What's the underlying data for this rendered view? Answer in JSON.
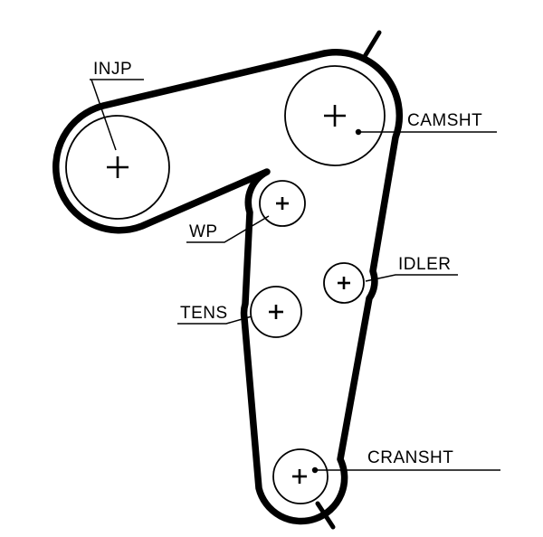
{
  "diagram": {
    "labels": {
      "injp": "INJP",
      "camsht": "CAMSHT",
      "wp": "WP",
      "idler": "IDLER",
      "tens": "TENS",
      "cransht": "CRANSHT"
    },
    "colors": {
      "line": "#000000",
      "background": "#ffffff"
    }
  }
}
